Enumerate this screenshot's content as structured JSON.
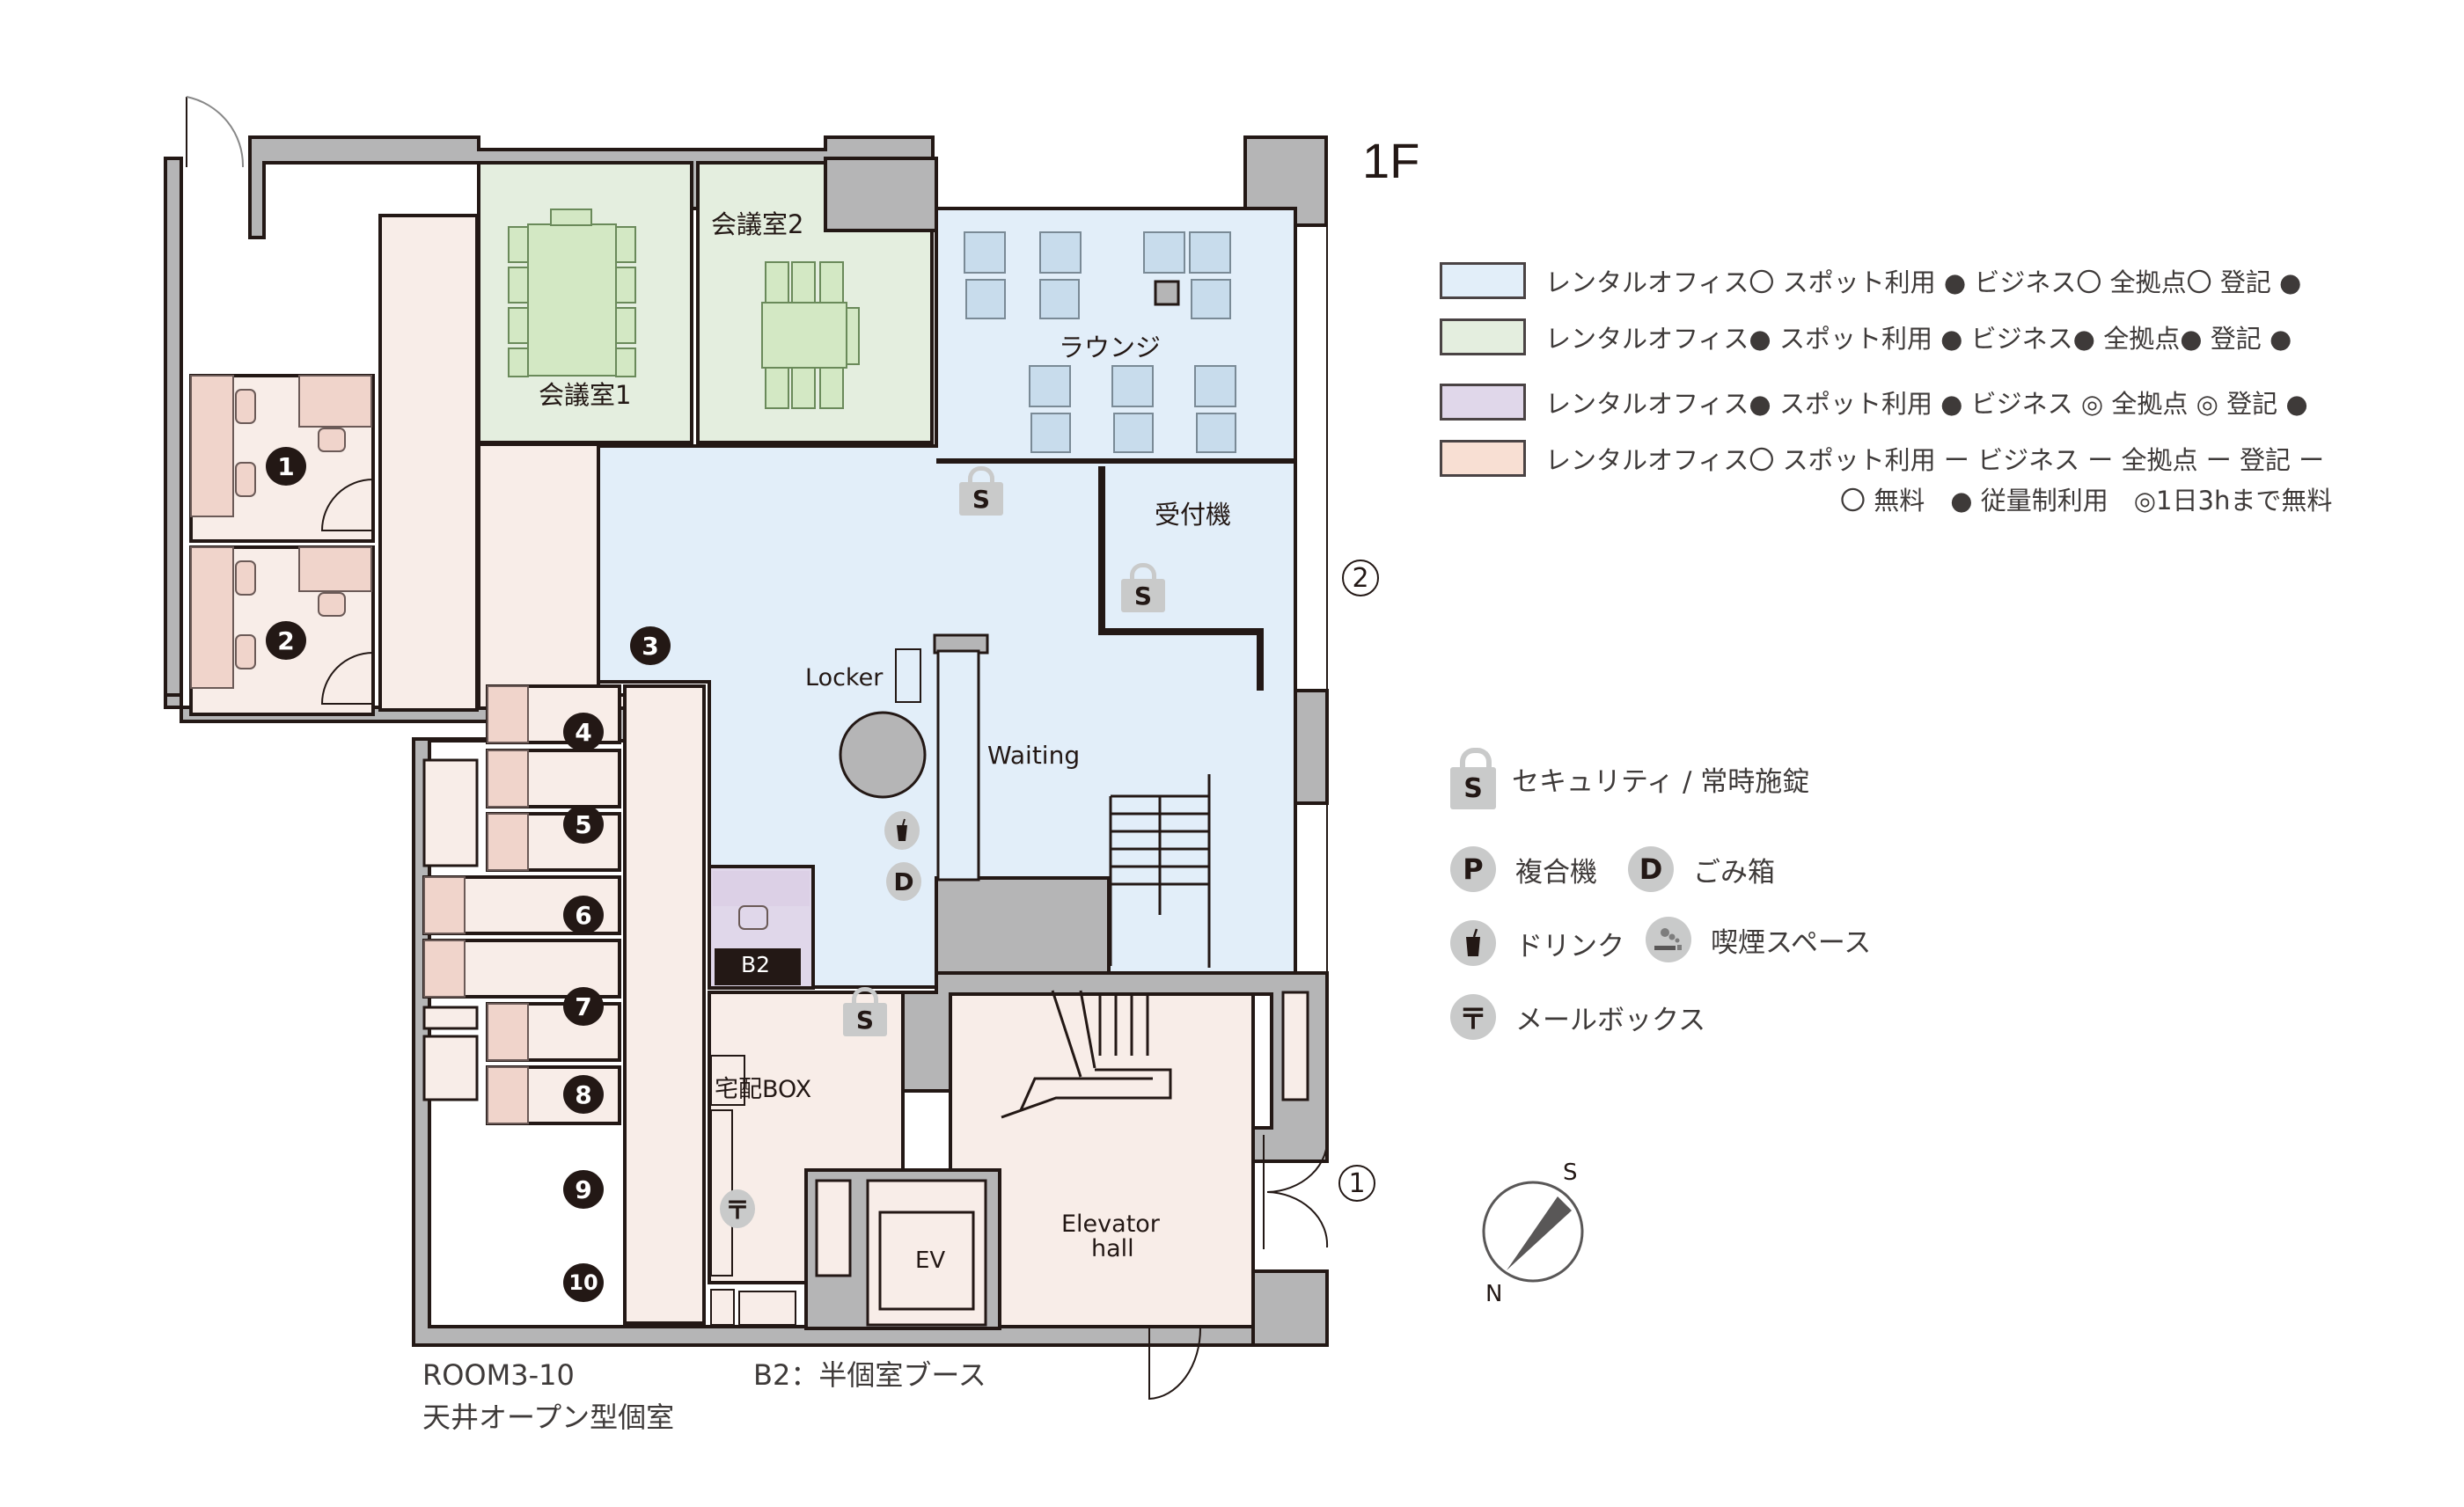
{
  "floor": {
    "label": "1F"
  },
  "colors": {
    "wall": "#b5b5b6",
    "rental_office_zone": "#e2eef9",
    "meeting_zone": "#e4eedf",
    "booth_zone": "#e0d7ea",
    "private_room_zone": "#f8ede8",
    "furniture_pink": "#f0d4cb",
    "furniture_green": "#d3e8c4",
    "furniture_blue": "#c8dcec",
    "badge": "#231815",
    "icon_gray": "#c9caca"
  },
  "legend": {
    "rows": [
      {
        "color": "#e2eef9",
        "text": "レンタルオフィス〇 スポット利用 ● ビジネス〇 全拠点〇 登記 ●"
      },
      {
        "color": "#e4eedf",
        "text": "レンタルオフィス● スポット利用 ● ビジネス● 全拠点● 登記 ●"
      },
      {
        "color": "#e0d7ea",
        "text": "レンタルオフィス● スポット利用 ● ビジネス ◎ 全拠点 ◎ 登記 ●"
      },
      {
        "color": "#f8dfd3",
        "text": "レンタルオフィス〇 スポット利用 ー ビジネス ー 全拠点 ー 登記 ー"
      }
    ],
    "note": "〇 無料　● 従量制利用　◎1日3hまで無料"
  },
  "icon_legend": {
    "security": {
      "icon": "lock-icon",
      "glyph": "S",
      "label": "セキュリティ / 常時施錠"
    },
    "printer": {
      "icon": "printer-icon",
      "glyph": "P",
      "label": "複合機"
    },
    "trash": {
      "icon": "trash-icon",
      "glyph": "D",
      "label": "ごみ箱"
    },
    "drink": {
      "icon": "drink-icon",
      "glyph": "🥤",
      "label": "ドリンク"
    },
    "smoking": {
      "icon": "smoking-icon",
      "glyph": "",
      "label": "喫煙スペース"
    },
    "mailbox": {
      "icon": "mailbox-icon",
      "glyph": "〒",
      "label": "メールボックス"
    }
  },
  "rooms": {
    "meeting1": "会議室1",
    "meeting2": "会議室2",
    "lounge": "ラウンジ",
    "reception": "受付機",
    "locker": "Locker",
    "waiting": "Waiting",
    "booth": "B2",
    "parcel": "宅配BOX",
    "ev": "EV",
    "elevator_hall_1": "Elevator",
    "elevator_hall_2": "hall"
  },
  "private_rooms": [
    "1",
    "2",
    "3",
    "4",
    "5",
    "6",
    "7",
    "8",
    "9",
    "10"
  ],
  "entrances": {
    "one": "1",
    "two": "2"
  },
  "compass": {
    "north": "N",
    "south": "S"
  },
  "captions": {
    "room_range": "ROOM3-10",
    "room_type": "天井オープン型個室",
    "booth_desc": "B2：半個室ブース"
  }
}
